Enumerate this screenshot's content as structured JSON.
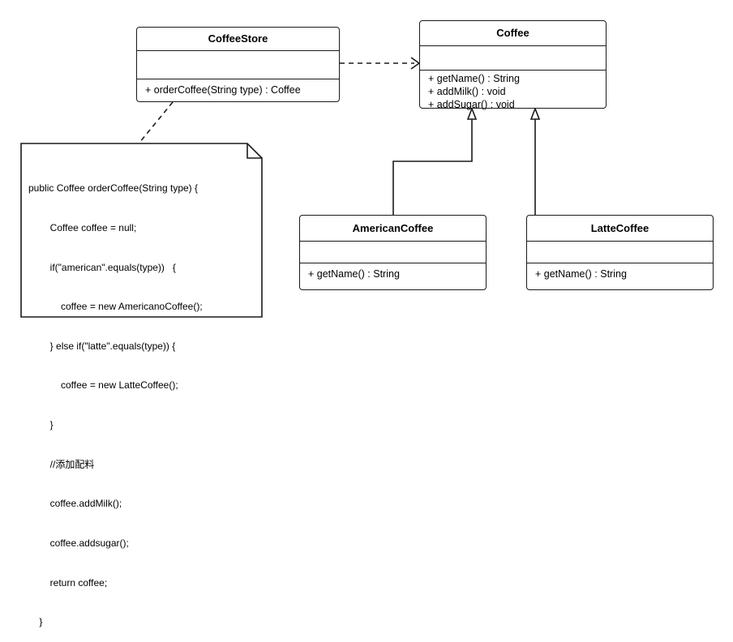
{
  "classes": {
    "coffee_store": {
      "name": "CoffeeStore",
      "ops": [
        "+ orderCoffee(String type) : Coffee"
      ]
    },
    "coffee": {
      "name": "Coffee",
      "ops": [
        "+ getName() : String",
        "+ addMilk() : void",
        "+ addSugar() : void"
      ]
    },
    "american_coffee": {
      "name": "AmericanCoffee",
      "ops": [
        "+ getName() : String"
      ]
    },
    "latte_coffee": {
      "name": "LatteCoffee",
      "ops": [
        "+ getName() : String"
      ]
    }
  },
  "note": {
    "lines": [
      "public Coffee orderCoffee(String type) {",
      "        Coffee coffee = null;",
      "        if(\"american\".equals(type))   {",
      "            coffee = new AmericanoCoffee();",
      "        } else if(\"latte\".equals(type)) {",
      "            coffee = new LatteCoffee();",
      "        }",
      "        //添加配料",
      "        coffee.addMilk();",
      "        coffee.addsugar();",
      "        return coffee;",
      "    }"
    ]
  },
  "colors": {
    "stroke": "#1a1a1a",
    "background": "#ffffff"
  }
}
